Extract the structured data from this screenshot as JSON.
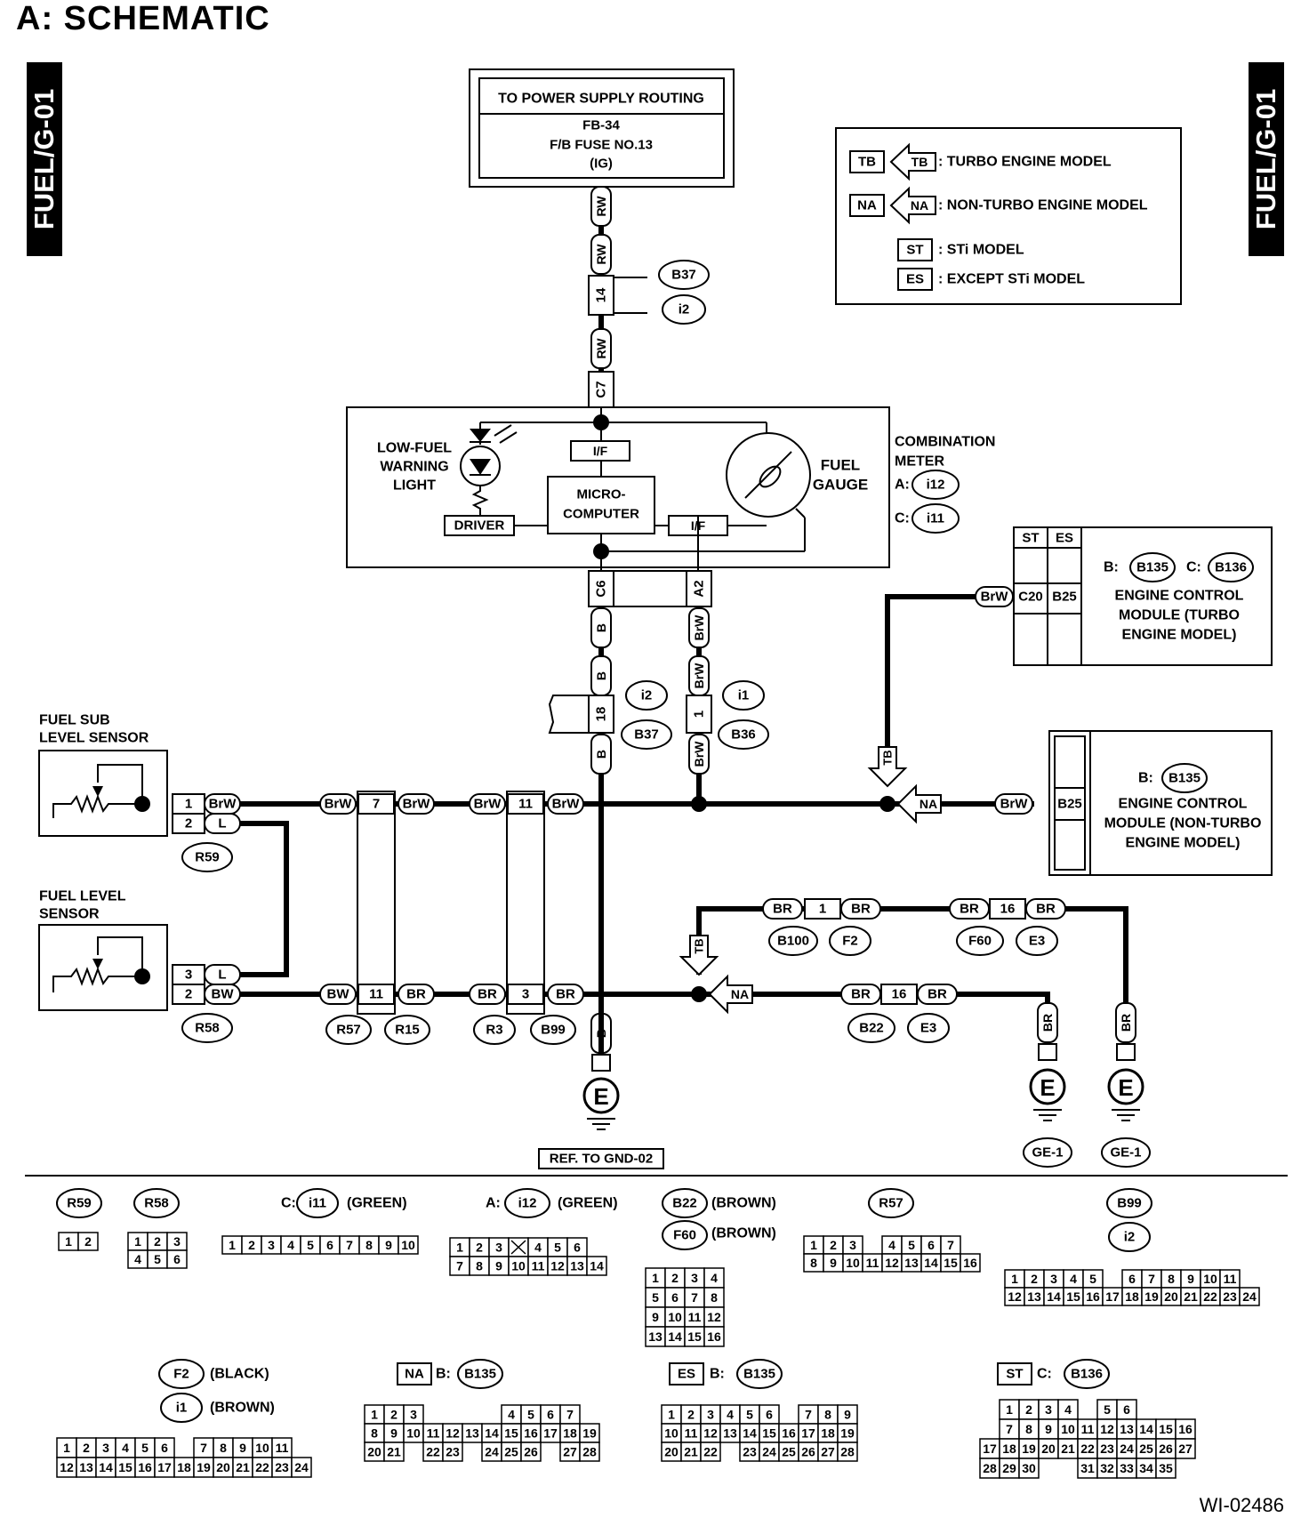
{
  "title": "A:  SCHEMATIC",
  "side_tab": "FUEL/G-01",
  "figure_id": "WI-02486",
  "power": {
    "line1": "TO POWER SUPPLY ROUTING",
    "line2": "FB-34",
    "line3": "F/B FUSE NO.13",
    "line4": "(IG)"
  },
  "legend": {
    "tb_code": "TB",
    "tb_text": ": TURBO ENGINE MODEL",
    "na_code": "NA",
    "na_text": ": NON-TURBO ENGINE MODEL",
    "st_code": "ST",
    "st_text": ": STi MODEL",
    "es_code": "ES",
    "es_text": ": EXCEPT STi MODEL"
  },
  "meter": {
    "title1": "COMBINATION",
    "title2": "METER",
    "a_prefix": "A:",
    "a_conn": "i12",
    "c_prefix": "C:",
    "c_conn": "i11",
    "low_fuel1": "LOW-FUEL",
    "low_fuel2": "WARNING",
    "low_fuel3": "LIGHT",
    "fuel_gauge1": "FUEL",
    "fuel_gauge2": "GAUGE",
    "micro1": "MICRO-",
    "micro2": "COMPUTER",
    "driver": "DRIVER",
    "if1": "I/F",
    "if2": "I/F",
    "pin_c7": "C7",
    "pin_c6": "C6",
    "pin_a2": "A2"
  },
  "ecm_turbo": {
    "st": "ST",
    "es": "ES",
    "pin_st": "C20",
    "pin_es": "B25",
    "b_prefix": "B:",
    "b_conn": "B135",
    "c_prefix": "C:",
    "c_conn": "B136",
    "line1": "ENGINE CONTROL",
    "line2": "MODULE (TURBO",
    "line3": "ENGINE MODEL)"
  },
  "ecm_na": {
    "pin": "B25",
    "b_prefix": "B:",
    "b_conn": "B135",
    "line1": "ENGINE CONTROL",
    "line2": "MODULE (NON-TURBO",
    "line3": "ENGINE MODEL)"
  },
  "sensors": {
    "sub1": "FUEL SUB",
    "sub2": "LEVEL SENSOR",
    "sub_conn": "R59",
    "main1": "FUEL LEVEL",
    "main2": "SENSOR",
    "main_conn": "R58"
  },
  "wires": {
    "rw": "RW",
    "b": "B",
    "brw": "BrW",
    "l": "L",
    "bw": "BW",
    "br": "BR"
  },
  "pins": {
    "p14": "14",
    "p18": "18",
    "p1": "1",
    "p2": "2",
    "p3": "3",
    "p7": "7",
    "p11": "11",
    "p16": "16"
  },
  "connectors": {
    "b37": "B37",
    "i2": "i2",
    "i1": "i1",
    "b36": "B36",
    "r57": "R57",
    "r15": "R15",
    "r3": "R3",
    "b99": "B99",
    "b100": "B100",
    "f2": "F2",
    "f60": "F60",
    "e3": "E3",
    "b22": "B22"
  },
  "ground": {
    "e": "E",
    "ref": "REF. TO GND-02",
    "ge1": "GE-1",
    "ge1b": "GE-1"
  },
  "markers": {
    "tb": "TB",
    "na": "NA"
  },
  "faces": {
    "r59": "R59",
    "r58": "R58",
    "c_prefix": "C:",
    "c_conn": "i11",
    "c_color": "(GREEN)",
    "a_prefix": "A:",
    "a_conn": "i12",
    "a_color": "(GREEN)",
    "b22": "B22",
    "b22_color": "(BROWN)",
    "f60": "F60",
    "f60_color": "(BROWN)",
    "r57": "R57",
    "b99": "B99",
    "i2": "i2",
    "f2": "F2",
    "f2_color": "(BLACK)",
    "i1": "i1",
    "i1_color": "(BROWN)",
    "na_code": "NA",
    "na_prefix": "B:",
    "na_conn": "B135",
    "es_code": "ES",
    "es_prefix": "B:",
    "es_conn": "B135",
    "st_code": "ST",
    "st_prefix": "C:",
    "st_conn": "B136"
  },
  "pin_grids": {
    "r59": [
      [
        "1",
        "2"
      ]
    ],
    "r58": [
      [
        "1",
        "2",
        "3"
      ],
      [
        "4",
        "5",
        "6"
      ]
    ],
    "i11": [
      [
        "1",
        "2",
        "3",
        "4",
        "5",
        "6",
        "7",
        "8",
        "9",
        "10"
      ]
    ],
    "i12": [
      [
        "1",
        "2",
        "3",
        "X",
        "4",
        "5",
        "6"
      ],
      [
        "7",
        "8",
        "9",
        "10",
        "11",
        "12",
        "13",
        "14"
      ]
    ],
    "b22": [
      [
        "1",
        "2",
        "3",
        "4"
      ],
      [
        "5",
        "6",
        "7",
        "8"
      ],
      [
        "9",
        "10",
        "11",
        "12"
      ],
      [
        "13",
        "14",
        "15",
        "16"
      ]
    ],
    "r57": [
      [
        "1",
        "2",
        "3",
        "",
        "4",
        "5",
        "6",
        "7"
      ],
      [
        "8",
        "9",
        "10",
        "11",
        "12",
        "13",
        "14",
        "15",
        "16"
      ]
    ],
    "b99": [
      [
        "1",
        "2",
        "3",
        "4",
        "5",
        "",
        "6",
        "7",
        "8",
        "9",
        "10",
        "11"
      ],
      [
        "12",
        "13",
        "14",
        "15",
        "16",
        "17",
        "18",
        "19",
        "20",
        "21",
        "22",
        "23",
        "24"
      ]
    ],
    "f2": [
      [
        "1",
        "2",
        "3",
        "4",
        "5",
        "6",
        "",
        "7",
        "8",
        "9",
        "10",
        "11"
      ],
      [
        "12",
        "13",
        "14",
        "15",
        "16",
        "17",
        "18",
        "19",
        "20",
        "21",
        "22",
        "23",
        "24"
      ]
    ],
    "na": [
      [
        "1",
        "2",
        "3",
        "",
        "",
        "",
        "",
        "4",
        "5",
        "6",
        "7"
      ],
      [
        "8",
        "9",
        "10",
        "11",
        "12",
        "13",
        "14",
        "15",
        "16",
        "17",
        "18",
        "19"
      ],
      [
        "20",
        "21",
        "",
        "22",
        "23",
        "",
        "24",
        "25",
        "26",
        "",
        "27",
        "28"
      ]
    ],
    "es": [
      [
        "1",
        "2",
        "3",
        "4",
        "5",
        "6",
        "",
        "7",
        "8",
        "9"
      ],
      [
        "10",
        "11",
        "12",
        "13",
        "14",
        "15",
        "16",
        "17",
        "18",
        "19"
      ],
      [
        "20",
        "21",
        "22",
        "",
        "23",
        "24",
        "25",
        "26",
        "27",
        "28"
      ]
    ],
    "st": [
      [
        "",
        "1",
        "2",
        "3",
        "4",
        "",
        "5",
        "6"
      ],
      [
        "",
        "7",
        "8",
        "9",
        "10",
        "11",
        "12",
        "13",
        "14",
        "15",
        "16"
      ],
      [
        "17",
        "18",
        "19",
        "20",
        "21",
        "22",
        "23",
        "24",
        "25",
        "26",
        "27"
      ],
      [
        "28",
        "29",
        "30",
        "",
        "",
        "31",
        "32",
        "33",
        "34",
        "35"
      ]
    ]
  }
}
